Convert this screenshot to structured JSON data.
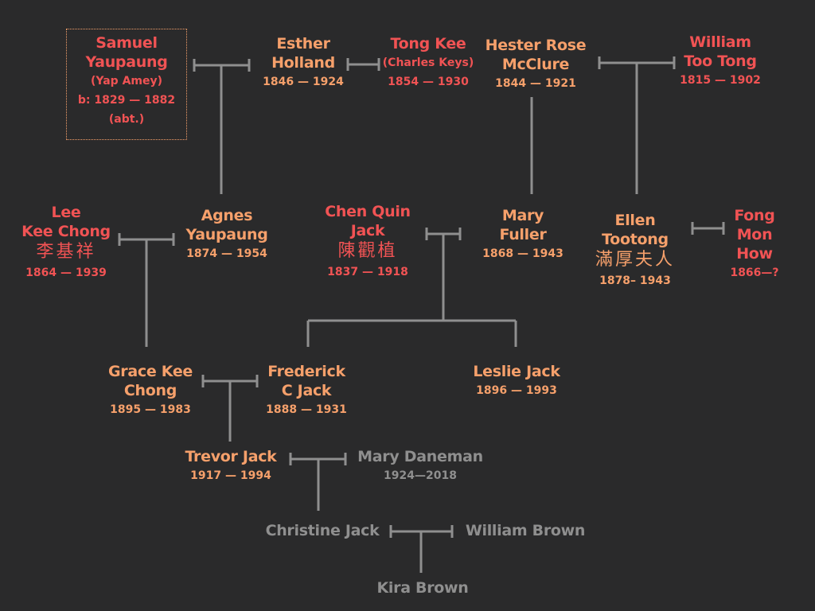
{
  "people": {
    "samuel": {
      "name1": "Samuel",
      "name2": "Yaupaung",
      "alias": "(Yap Amey)",
      "dates": "b: 1829 — 1882",
      "note": "(abt.)"
    },
    "esther": {
      "name1": "Esther",
      "name2": "Holland",
      "dates": "1846 — 1924"
    },
    "tongkee": {
      "name1": "Tong Kee",
      "alias": "(Charles Keys)",
      "dates": "1854 — 1930"
    },
    "hester": {
      "name1": "Hester Rose",
      "name2": "McClure",
      "dates": "1844 — 1921"
    },
    "william_tt": {
      "name1": "William",
      "name2": "Too Tong",
      "dates": "1815 — 1902"
    },
    "lee": {
      "name1": "Lee",
      "name2": "Kee Chong",
      "chinese": "李基祥",
      "dates": "1864 — 1939"
    },
    "agnes": {
      "name1": "Agnes",
      "name2": "Yaupaung",
      "dates": "1874 — 1954"
    },
    "chen": {
      "name1": "Chen Quin",
      "name2": "Jack",
      "chinese": "陳觀植",
      "dates": "1837 — 1918"
    },
    "mary_fuller": {
      "name1": "Mary",
      "name2": "Fuller",
      "dates": "1868 — 1943"
    },
    "ellen": {
      "name1": "Ellen",
      "name2": "Tootong",
      "chinese": "滿厚夫人",
      "dates": "1878– 1943"
    },
    "fong": {
      "name1": "Fong",
      "name2": "Mon",
      "name3": "How",
      "dates": "1866—?"
    },
    "grace": {
      "name1": "Grace Kee",
      "name2": "Chong",
      "dates": "1895 — 1983"
    },
    "frederick": {
      "name1": "Frederick",
      "name2": "C Jack",
      "dates": "1888 — 1931"
    },
    "leslie": {
      "name1": "Leslie Jack",
      "dates": "1896 — 1993"
    },
    "trevor": {
      "name1": "Trevor Jack",
      "dates": "1917 — 1994"
    },
    "mary_daneman": {
      "name1": "Mary Daneman",
      "dates": "1924—2018"
    },
    "christine": {
      "name1": "Christine Jack"
    },
    "william_brown": {
      "name1": "William Brown"
    },
    "kira": {
      "name1": "Kira Brown"
    }
  },
  "colors": {
    "background": "#2a2a2b",
    "red": "#f15354",
    "orange": "#f6a06b",
    "grey": "#8f8f8f",
    "connector": "#8f8f8f"
  }
}
